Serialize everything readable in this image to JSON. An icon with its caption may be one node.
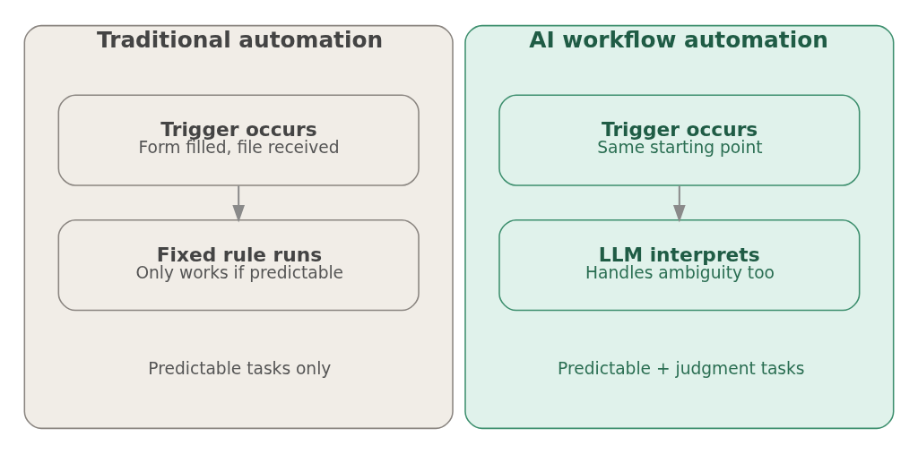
{
  "diagram": {
    "nodes": [
      {
        "text": [
          "Traditional automation",
          "Predictable tasks only"
        ]
      },
      {
        "text": [
          "Trigger occurs",
          "Form filled, file received"
        ],
        "in": 0
      },
      {
        "text": [
          "Fixed rule runs",
          "Only works if predictable"
        ],
        "in": 0
      },
      {
        "text": [
          "AI workflow automation",
          "Predictable + judgment tasks"
        ]
      },
      {
        "text": [
          "Trigger occurs",
          "Same starting point"
        ],
        "in": 3
      },
      {
        "text": [
          "LLM interprets",
          "Handles ambiguity too"
        ],
        "in": 3
      }
    ],
    "edges": [
      {
        "from": 1,
        "to": 2,
        "arrow": "to"
      },
      {
        "from": 4,
        "to": 5,
        "arrow": "to"
      }
    ]
  }
}
